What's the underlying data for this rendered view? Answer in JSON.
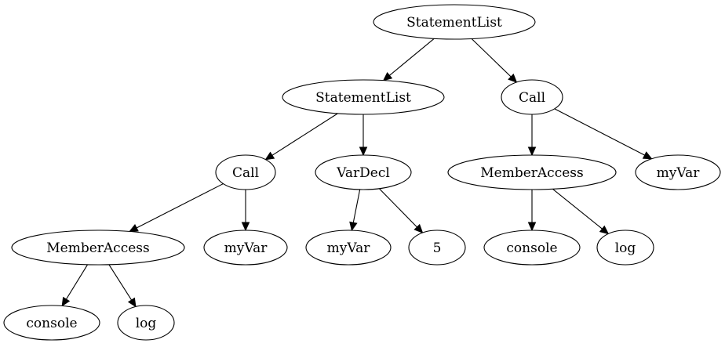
{
  "diagram": {
    "nodes": [
      {
        "id": "n1",
        "label": "StatementList"
      },
      {
        "id": "n2",
        "label": "StatementList"
      },
      {
        "id": "n3",
        "label": "Call"
      },
      {
        "id": "n4",
        "label": "Call"
      },
      {
        "id": "n5",
        "label": "VarDecl"
      },
      {
        "id": "n6",
        "label": "MemberAccess"
      },
      {
        "id": "n7",
        "label": "myVar"
      },
      {
        "id": "n8",
        "label": "myVar"
      },
      {
        "id": "n9",
        "label": "5"
      },
      {
        "id": "n10",
        "label": "console"
      },
      {
        "id": "n11",
        "label": "log"
      },
      {
        "id": "n12",
        "label": "MemberAccess"
      },
      {
        "id": "n13",
        "label": "myVar"
      },
      {
        "id": "n14",
        "label": "console"
      },
      {
        "id": "n15",
        "label": "log"
      }
    ],
    "edges": [
      {
        "from": "n1",
        "to": "n2"
      },
      {
        "from": "n1",
        "to": "n3"
      },
      {
        "from": "n2",
        "to": "n4"
      },
      {
        "from": "n2",
        "to": "n5"
      },
      {
        "from": "n4",
        "to": "n6"
      },
      {
        "from": "n4",
        "to": "n7"
      },
      {
        "from": "n5",
        "to": "n8"
      },
      {
        "from": "n5",
        "to": "n9"
      },
      {
        "from": "n6",
        "to": "n10"
      },
      {
        "from": "n6",
        "to": "n11"
      },
      {
        "from": "n3",
        "to": "n12"
      },
      {
        "from": "n3",
        "to": "n13"
      },
      {
        "from": "n12",
        "to": "n14"
      },
      {
        "from": "n12",
        "to": "n15"
      }
    ]
  }
}
